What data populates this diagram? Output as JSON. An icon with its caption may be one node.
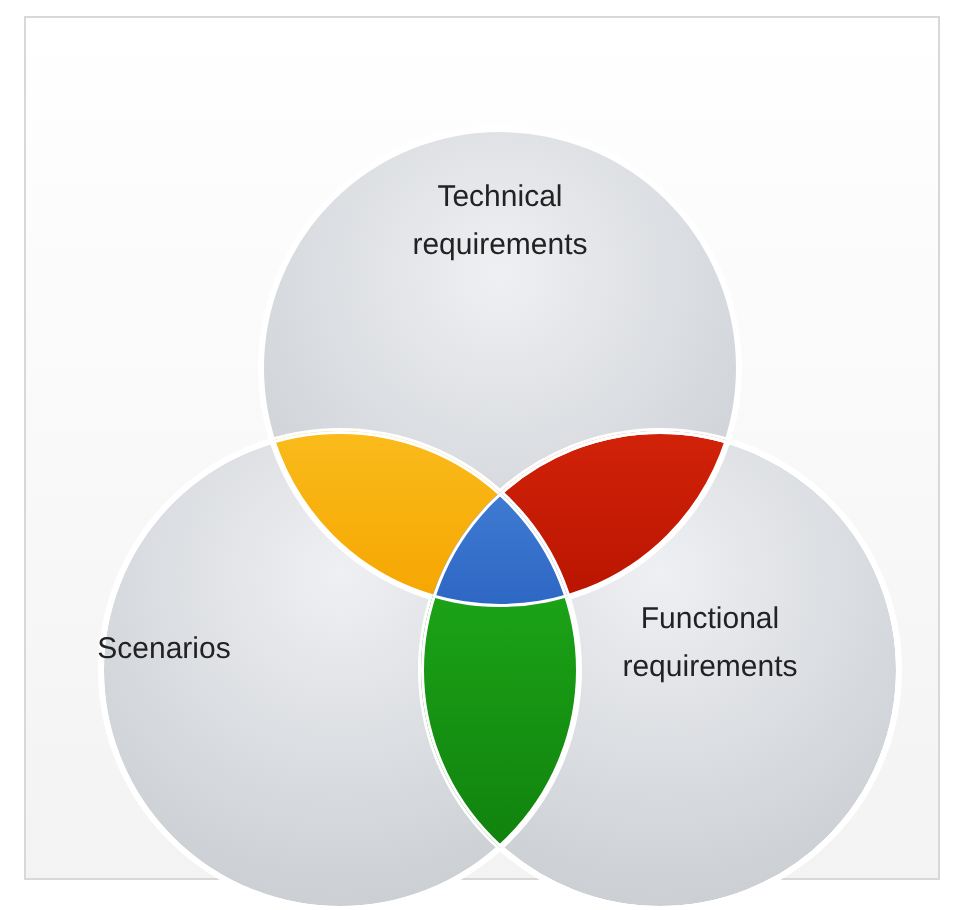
{
  "diagram": {
    "nodes": [
      {
        "text": [
          "Technical requirements"
        ]
      },
      {
        "text": [
          "Scenarios"
        ]
      },
      {
        "text": [
          "Functional requirements"
        ]
      }
    ]
  }
}
